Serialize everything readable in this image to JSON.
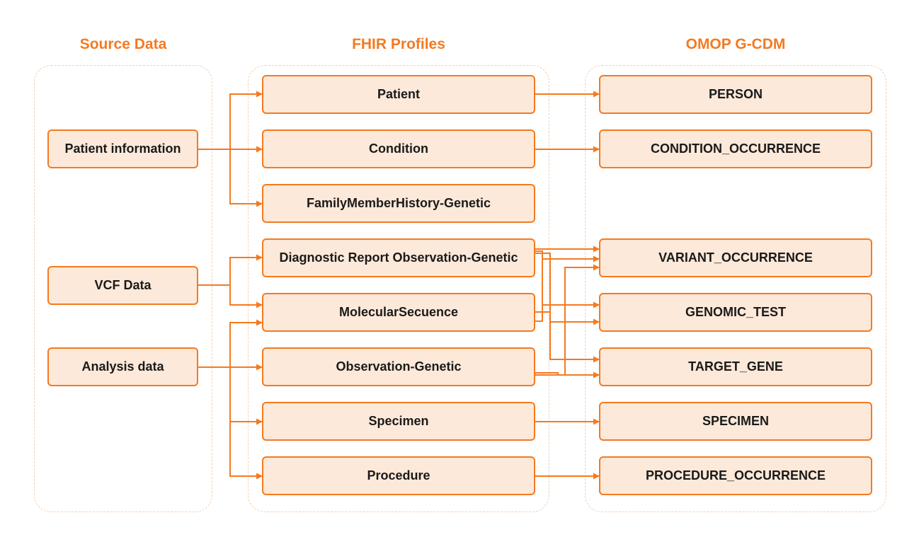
{
  "columns": {
    "source": "Source Data",
    "fhir": "FHIR Profiles",
    "omop": "OMOP G-CDM"
  },
  "source_nodes": [
    {
      "id": "patient_info",
      "label": "Patient information"
    },
    {
      "id": "vcf",
      "label": "VCF Data"
    },
    {
      "id": "analysis",
      "label": "Analysis data"
    }
  ],
  "fhir_nodes": [
    {
      "id": "patient",
      "label": "Patient"
    },
    {
      "id": "condition",
      "label": "Condition"
    },
    {
      "id": "fmh",
      "label": "FamilyMemberHistory-Genetic"
    },
    {
      "id": "diag",
      "label": "Diagnostic Report Observation-Genetic"
    },
    {
      "id": "molseq",
      "label": "MolecularSecuence"
    },
    {
      "id": "obsgen",
      "label": "Observation-Genetic"
    },
    {
      "id": "specimen",
      "label": "Specimen"
    },
    {
      "id": "procedure",
      "label": "Procedure"
    }
  ],
  "omop_nodes": [
    {
      "id": "person",
      "label": "PERSON"
    },
    {
      "id": "cond_occ",
      "label": "CONDITION_OCCURRENCE"
    },
    {
      "id": "var_occ",
      "label": "VARIANT_OCCURRENCE"
    },
    {
      "id": "gen_test",
      "label": "GENOMIC_TEST"
    },
    {
      "id": "target_gene",
      "label": "TARGET_GENE"
    },
    {
      "id": "specimen_t",
      "label": "SPECIMEN"
    },
    {
      "id": "proc_occ",
      "label": "PROCEDURE_OCCURRENCE"
    }
  ],
  "source_edges": [
    {
      "from": "patient_info",
      "to": "patient"
    },
    {
      "from": "patient_info",
      "to": "condition"
    },
    {
      "from": "patient_info",
      "to": "fmh"
    },
    {
      "from": "vcf",
      "to": "diag"
    },
    {
      "from": "vcf",
      "to": "molseq"
    },
    {
      "from": "analysis",
      "to": "molseq"
    },
    {
      "from": "analysis",
      "to": "obsgen"
    },
    {
      "from": "analysis",
      "to": "specimen"
    },
    {
      "from": "analysis",
      "to": "procedure"
    }
  ],
  "fhir_edges": [
    {
      "from": "patient",
      "to": "person"
    },
    {
      "from": "condition",
      "to": "cond_occ"
    },
    {
      "from": "diag",
      "to": "var_occ"
    },
    {
      "from": "diag",
      "to": "gen_test"
    },
    {
      "from": "diag",
      "to": "target_gene"
    },
    {
      "from": "molseq",
      "to": "var_occ"
    },
    {
      "from": "molseq",
      "to": "gen_test"
    },
    {
      "from": "obsgen",
      "to": "var_occ"
    },
    {
      "from": "obsgen",
      "to": "target_gene"
    },
    {
      "from": "specimen",
      "to": "specimen_t"
    },
    {
      "from": "procedure",
      "to": "proc_occ"
    }
  ],
  "colors": {
    "accent": "#f47a20",
    "box_fill": "#fde9d9",
    "group_border": "#f6cfae"
  }
}
